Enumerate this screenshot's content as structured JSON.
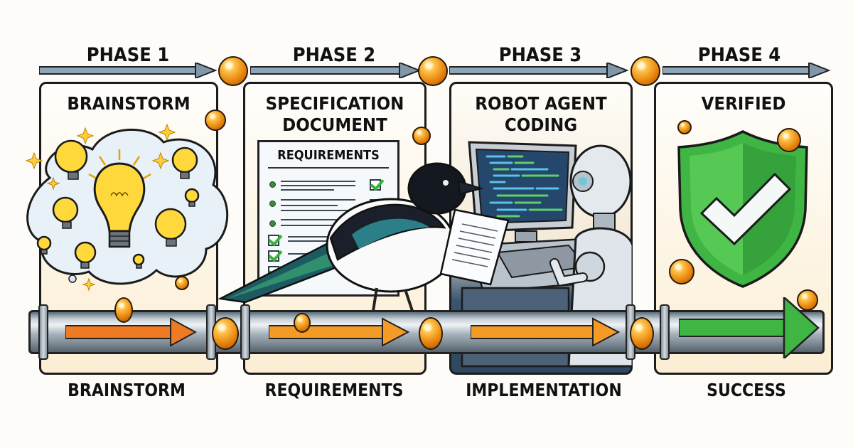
{
  "diagram": {
    "type": "process-flow",
    "phases": [
      {
        "header": "PHASE 1",
        "title": "BRAINSTORM",
        "footer": "BRAINSTORM",
        "illustration": "lightbulbs-in-thought-cloud",
        "flow_arrow_color": "#ef7a24"
      },
      {
        "header": "PHASE 2",
        "title_line1": "SPECIFICATION",
        "title_line2": "DOCUMENT",
        "footer": "REQUIREMENTS",
        "illustration": "requirements-checklist-with-magpie",
        "document_heading": "REQUIREMENTS",
        "flow_arrow_color": "#f39b26"
      },
      {
        "header": "PHASE 3",
        "title_line1": "ROBOT AGENT",
        "title_line2": "CODING",
        "footer": "IMPLEMENTATION",
        "illustration": "robot-typing-code-at-computer",
        "flow_arrow_color": "#f39b26"
      },
      {
        "header": "PHASE 4",
        "title": "VERIFIED",
        "footer": "SUCCESS",
        "illustration": "green-shield-with-checkmark",
        "flow_arrow_color": "#3fb544"
      }
    ],
    "connectors": {
      "top_arrow_color": "#8ea7b8",
      "bead_color": "#e8860e",
      "pipe_color": "#a7b3bc"
    },
    "colors": {
      "panel_background": "#fbeed4",
      "outline": "#1b1b1b",
      "shield_green": "#3fb544",
      "bulb_yellow": "#ffd93b",
      "screen_blue": "#24476b",
      "code_green": "#5fd16b",
      "code_cyan": "#57c3ea"
    }
  }
}
